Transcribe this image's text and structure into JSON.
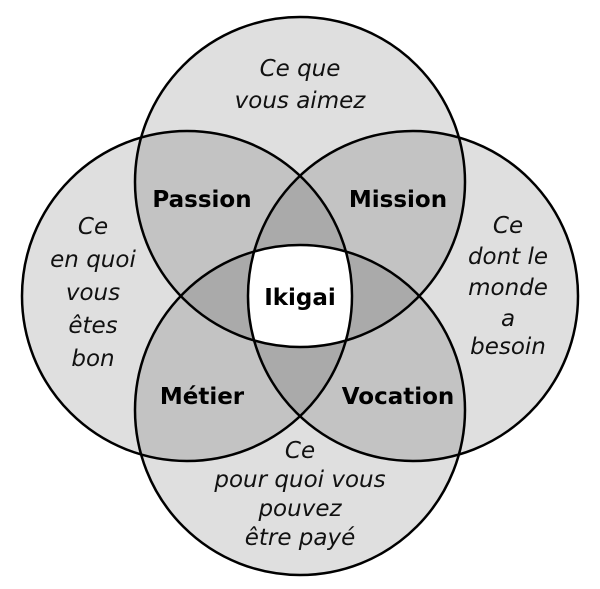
{
  "circles": {
    "top": {
      "lines": [
        "Ce que",
        "vous aimez"
      ]
    },
    "left": {
      "lines": [
        "Ce",
        "en quoi",
        "vous",
        "êtes",
        "bon"
      ]
    },
    "right": {
      "lines": [
        "Ce",
        "dont le",
        "monde",
        "a",
        "besoin"
      ]
    },
    "bottom": {
      "lines": [
        "Ce",
        "pour quoi vous",
        "pouvez",
        "être payé"
      ]
    }
  },
  "overlaps": {
    "top_left": "Passion",
    "top_right": "Mission",
    "bottom_left": "Métier",
    "bottom_right": "Vocation",
    "center": "Ikigai"
  },
  "colors": {
    "fill": "#000000",
    "center": "#ffffff",
    "stroke": "#000000"
  }
}
